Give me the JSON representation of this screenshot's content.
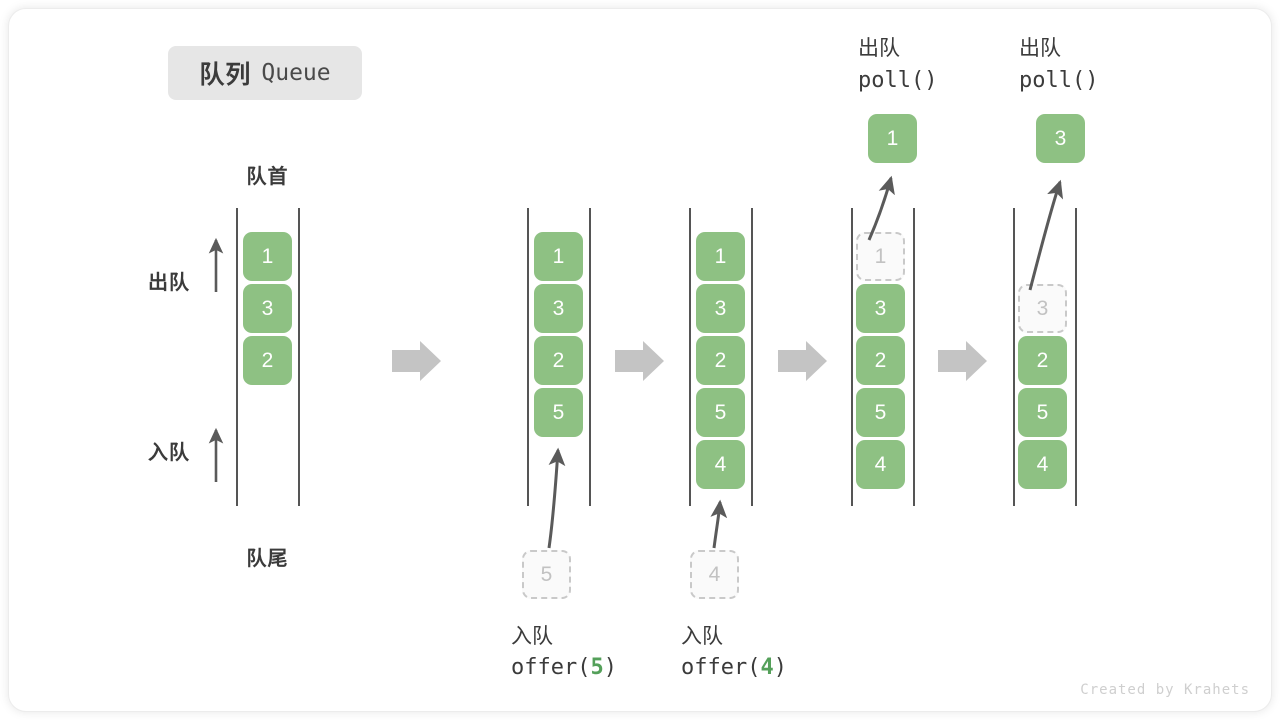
{
  "title": {
    "cn": "队列",
    "en": "Queue"
  },
  "labels": {
    "front": "队首",
    "rear": "队尾",
    "dequeue": "出队",
    "enqueue": "入队"
  },
  "watermark": "Created by Krahets",
  "colors": {
    "cell_fill": "#8ec183",
    "cell_text": "#ffffff",
    "ghost_fill": "#fafafa",
    "ghost_border": "#c9c9c9",
    "ghost_text": "#c2c2c2",
    "rail": "#555555",
    "arrow": "#5a5a5a",
    "step_arrow": "#c4c4c4",
    "badge_bg": "#e6e6e6",
    "text": "#3b3b3b",
    "accent_green": "#54a05a",
    "watermark": "#cfcfcf"
  },
  "side_arrows": [
    {
      "label": "出队",
      "direction": "up"
    },
    {
      "label": "入队",
      "direction": "up"
    }
  ],
  "steps": [
    {
      "id": "state-initial",
      "cells": [
        "1",
        "3",
        "2"
      ],
      "top_slot_empty": false,
      "ghost_in": null,
      "ghost_out": null,
      "caption_cn": null,
      "caption_code": null,
      "popped": null,
      "header_cn": null,
      "header_code": null
    },
    {
      "id": "state-after-offer-5",
      "cells": [
        "1",
        "3",
        "2",
        "5"
      ],
      "top_slot_empty": false,
      "ghost_in": "5",
      "ghost_out": null,
      "caption_cn": "入队",
      "caption_code": "offer(5)",
      "caption_arg": "5",
      "popped": null,
      "header_cn": null,
      "header_code": null
    },
    {
      "id": "state-after-offer-4",
      "cells": [
        "1",
        "3",
        "2",
        "5",
        "4"
      ],
      "top_slot_empty": false,
      "ghost_in": "4",
      "ghost_out": null,
      "caption_cn": "入队",
      "caption_code": "offer(4)",
      "caption_arg": "4",
      "popped": null,
      "header_cn": null,
      "header_code": null
    },
    {
      "id": "state-after-poll-1",
      "cells": [
        "3",
        "2",
        "5",
        "4"
      ],
      "top_slot_empty": false,
      "ghost_in": null,
      "ghost_out": "1",
      "caption_cn": null,
      "caption_code": null,
      "popped": "1",
      "header_cn": "出队",
      "header_code": "poll()"
    },
    {
      "id": "state-after-poll-3",
      "cells": [
        "2",
        "5",
        "4"
      ],
      "top_slot_empty": true,
      "ghost_in": null,
      "ghost_out": "3",
      "caption_cn": null,
      "caption_code": null,
      "popped": "3",
      "header_cn": "出队",
      "header_code": "poll()"
    }
  ],
  "step_arrows": [
    {
      "name": "transition-arrow-1"
    },
    {
      "name": "transition-arrow-2"
    },
    {
      "name": "transition-arrow-3"
    },
    {
      "name": "transition-arrow-4"
    }
  ]
}
